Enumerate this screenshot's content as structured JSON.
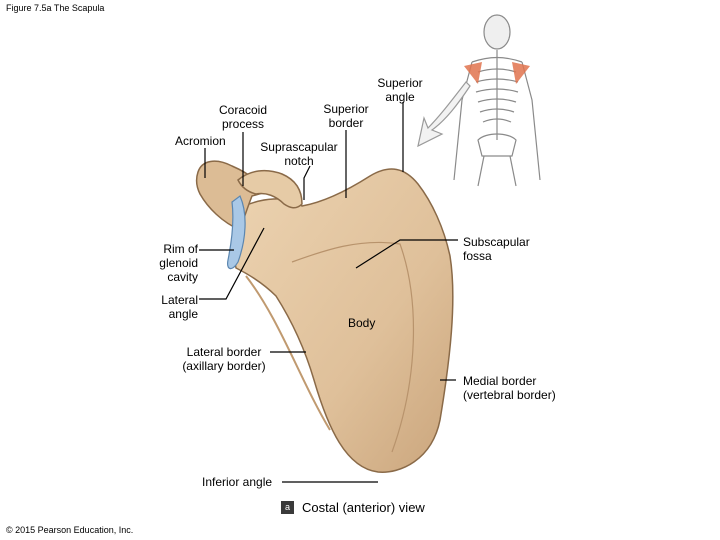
{
  "figure_title": "Figure 7.5a The Scapula",
  "copyright": "© 2015 Pearson Education, Inc.",
  "view": {
    "badge": "a",
    "label": "Costal (anterior) view"
  },
  "labels": {
    "superior_angle": "Superior\nangle",
    "superior_border": "Superior\nborder",
    "coracoid_process": "Coracoid\nprocess",
    "acromion": "Acromion",
    "suprascapular_notch": "Suprascapular\nnotch",
    "subscapular_fossa": "Subscapular\nfossa",
    "rim_of_glenoid_cavity": "Rim of\nglenoid\ncavity",
    "lateral_angle": "Lateral\nangle",
    "body": "Body",
    "lateral_border": "Lateral border\n(axillary border)",
    "medial_border": "Medial border\n(vertebral border)",
    "inferior_angle": "Inferior angle"
  },
  "colors": {
    "bone": "#e2c49f",
    "bone_shadow": "#b08b63",
    "glenoid": "#a9c8e6",
    "highlight": "#e0734e"
  }
}
